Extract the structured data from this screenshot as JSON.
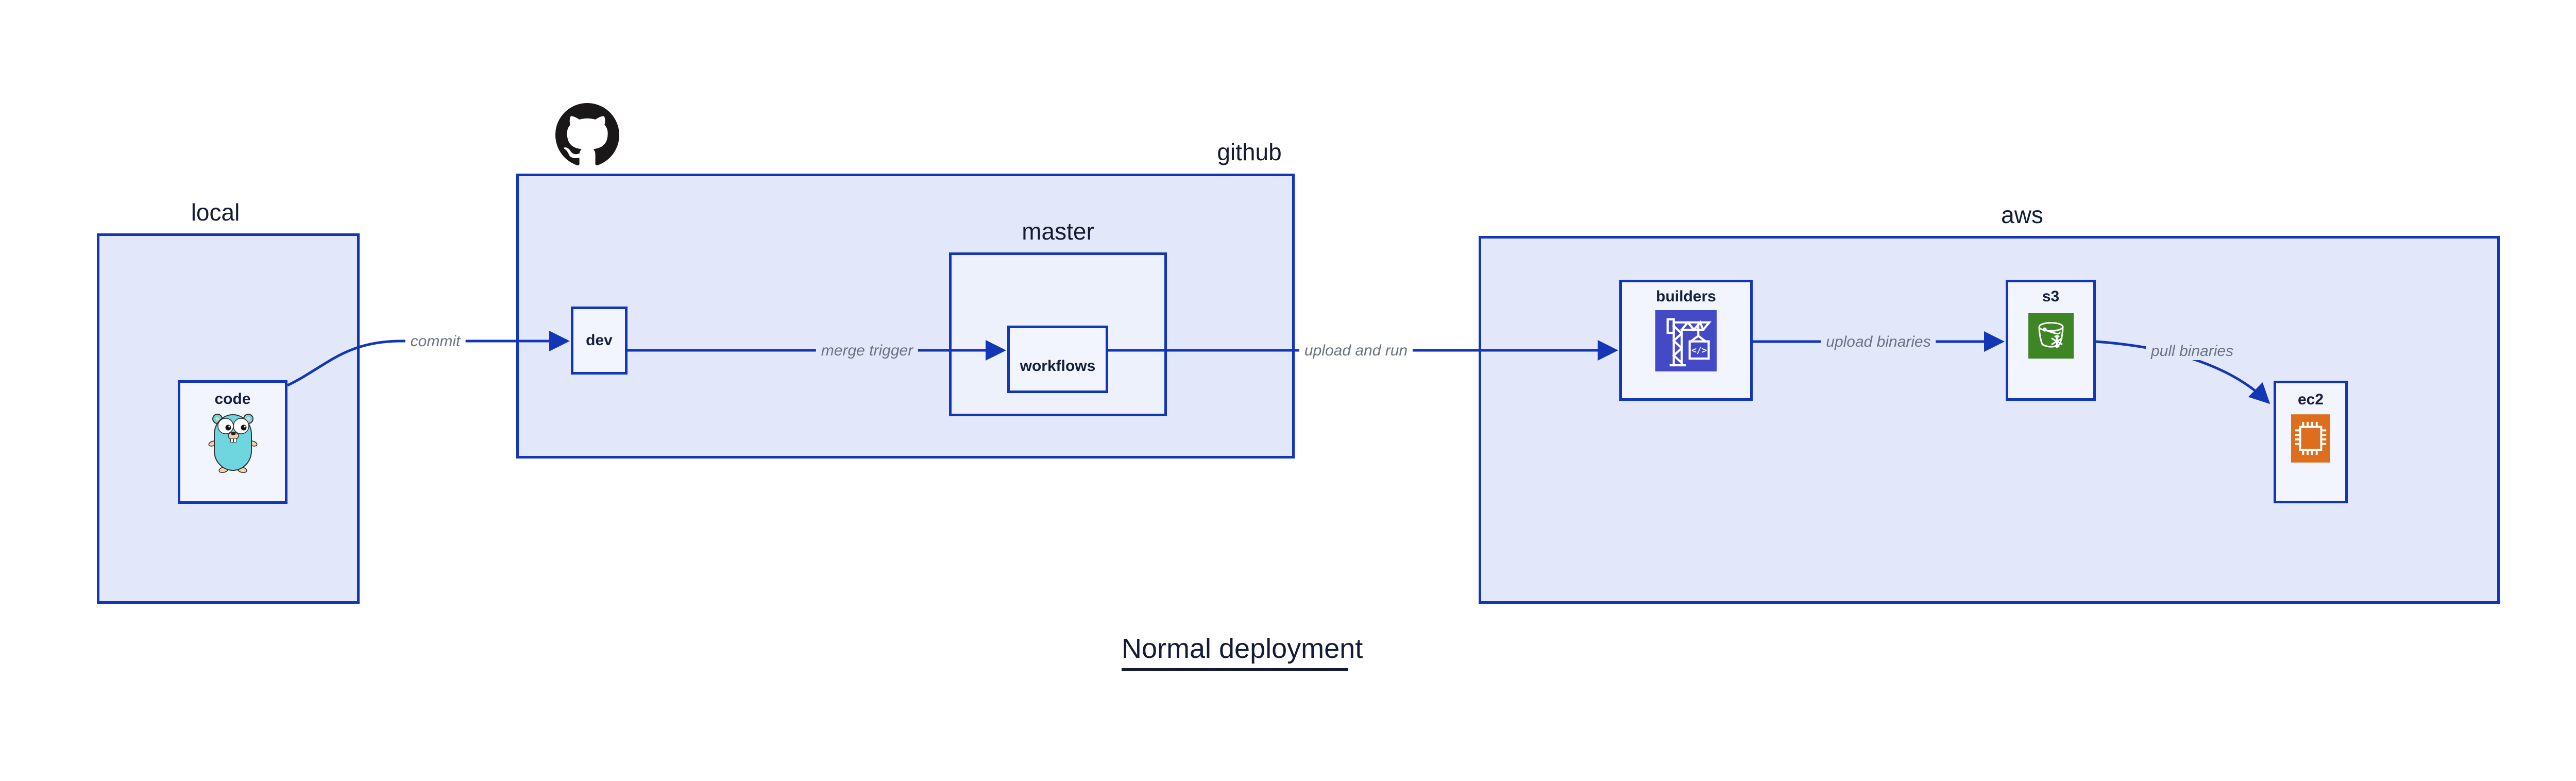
{
  "title": "Normal deployment",
  "containers": {
    "local": {
      "label": "local"
    },
    "github": {
      "label": "github",
      "logo_icon": "github-octocat-icon"
    },
    "master": {
      "label": "master"
    },
    "aws": {
      "label": "aws"
    }
  },
  "nodes": {
    "code": {
      "label": "code",
      "icon": "go-gopher-icon"
    },
    "dev": {
      "label": "dev"
    },
    "workflows": {
      "label": "workflows"
    },
    "builders": {
      "label": "builders",
      "icon": "codebuild-crane-icon",
      "icon_glyph": "</>",
      "icon_color": "#4449c6"
    },
    "s3": {
      "label": "s3",
      "icon": "s3-glacier-bucket-icon",
      "icon_color": "#3e8526"
    },
    "ec2": {
      "label": "ec2",
      "icon": "ec2-chip-icon",
      "icon_color": "#dd6e1d"
    }
  },
  "edges": [
    {
      "name": "commit",
      "label": "commit",
      "from": "code",
      "to": "dev"
    },
    {
      "name": "merge-trigger",
      "label": "merge trigger",
      "from": "dev",
      "to": "workflows"
    },
    {
      "name": "upload-and-run",
      "label": "upload and run",
      "from": "workflows",
      "to": "builders"
    },
    {
      "name": "upload-binaries",
      "label": "upload binaries",
      "from": "builders",
      "to": "s3"
    },
    {
      "name": "pull-binaries",
      "label": "pull binaries",
      "from": "s3",
      "to": "ec2"
    }
  ],
  "colors": {
    "border_and_arrow": "#1236b6",
    "container_fill": "#e2e8f9",
    "mid_fill": "#edf1fb",
    "leaf_fill": "#f2f5fd",
    "heading_text": "#131b35",
    "node_text": "#15203d",
    "edge_label_text": "#6b7280",
    "github_logo": "#191717",
    "gopher_body": "#6fd5de",
    "builders_icon_bg": "#4449c6",
    "s3_icon_bg": "#3e8526",
    "ec2_icon_bg": "#dd6e1d"
  }
}
